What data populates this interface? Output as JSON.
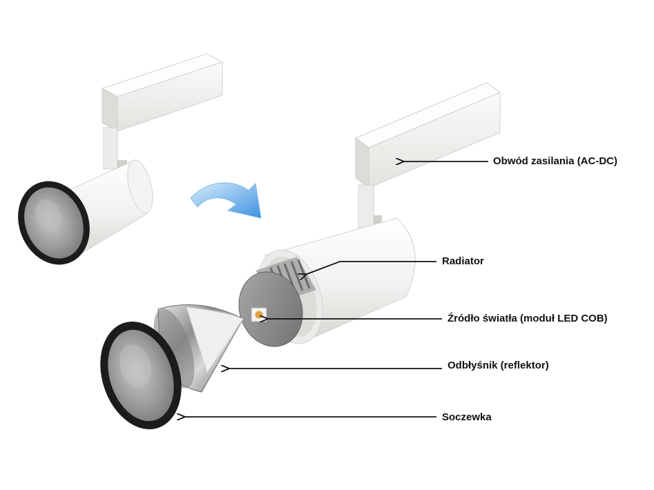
{
  "labels": {
    "power_supply": "Obwód zasilania (AC-DC)",
    "radiator": "Radiator",
    "light_source": "Źródło światła (moduł LED COB)",
    "reflector": "Odbłyśnik (reflektor)",
    "lens": "Soczewka"
  },
  "colors": {
    "background": "#ffffff",
    "housing": "#f3f3f1",
    "lens_rim": "#1c1c1c",
    "arrow_blue": "#5aa6e8",
    "callout_line": "#111111",
    "led_chip": "#e0a243",
    "heatsink": "#8d8d8d"
  }
}
